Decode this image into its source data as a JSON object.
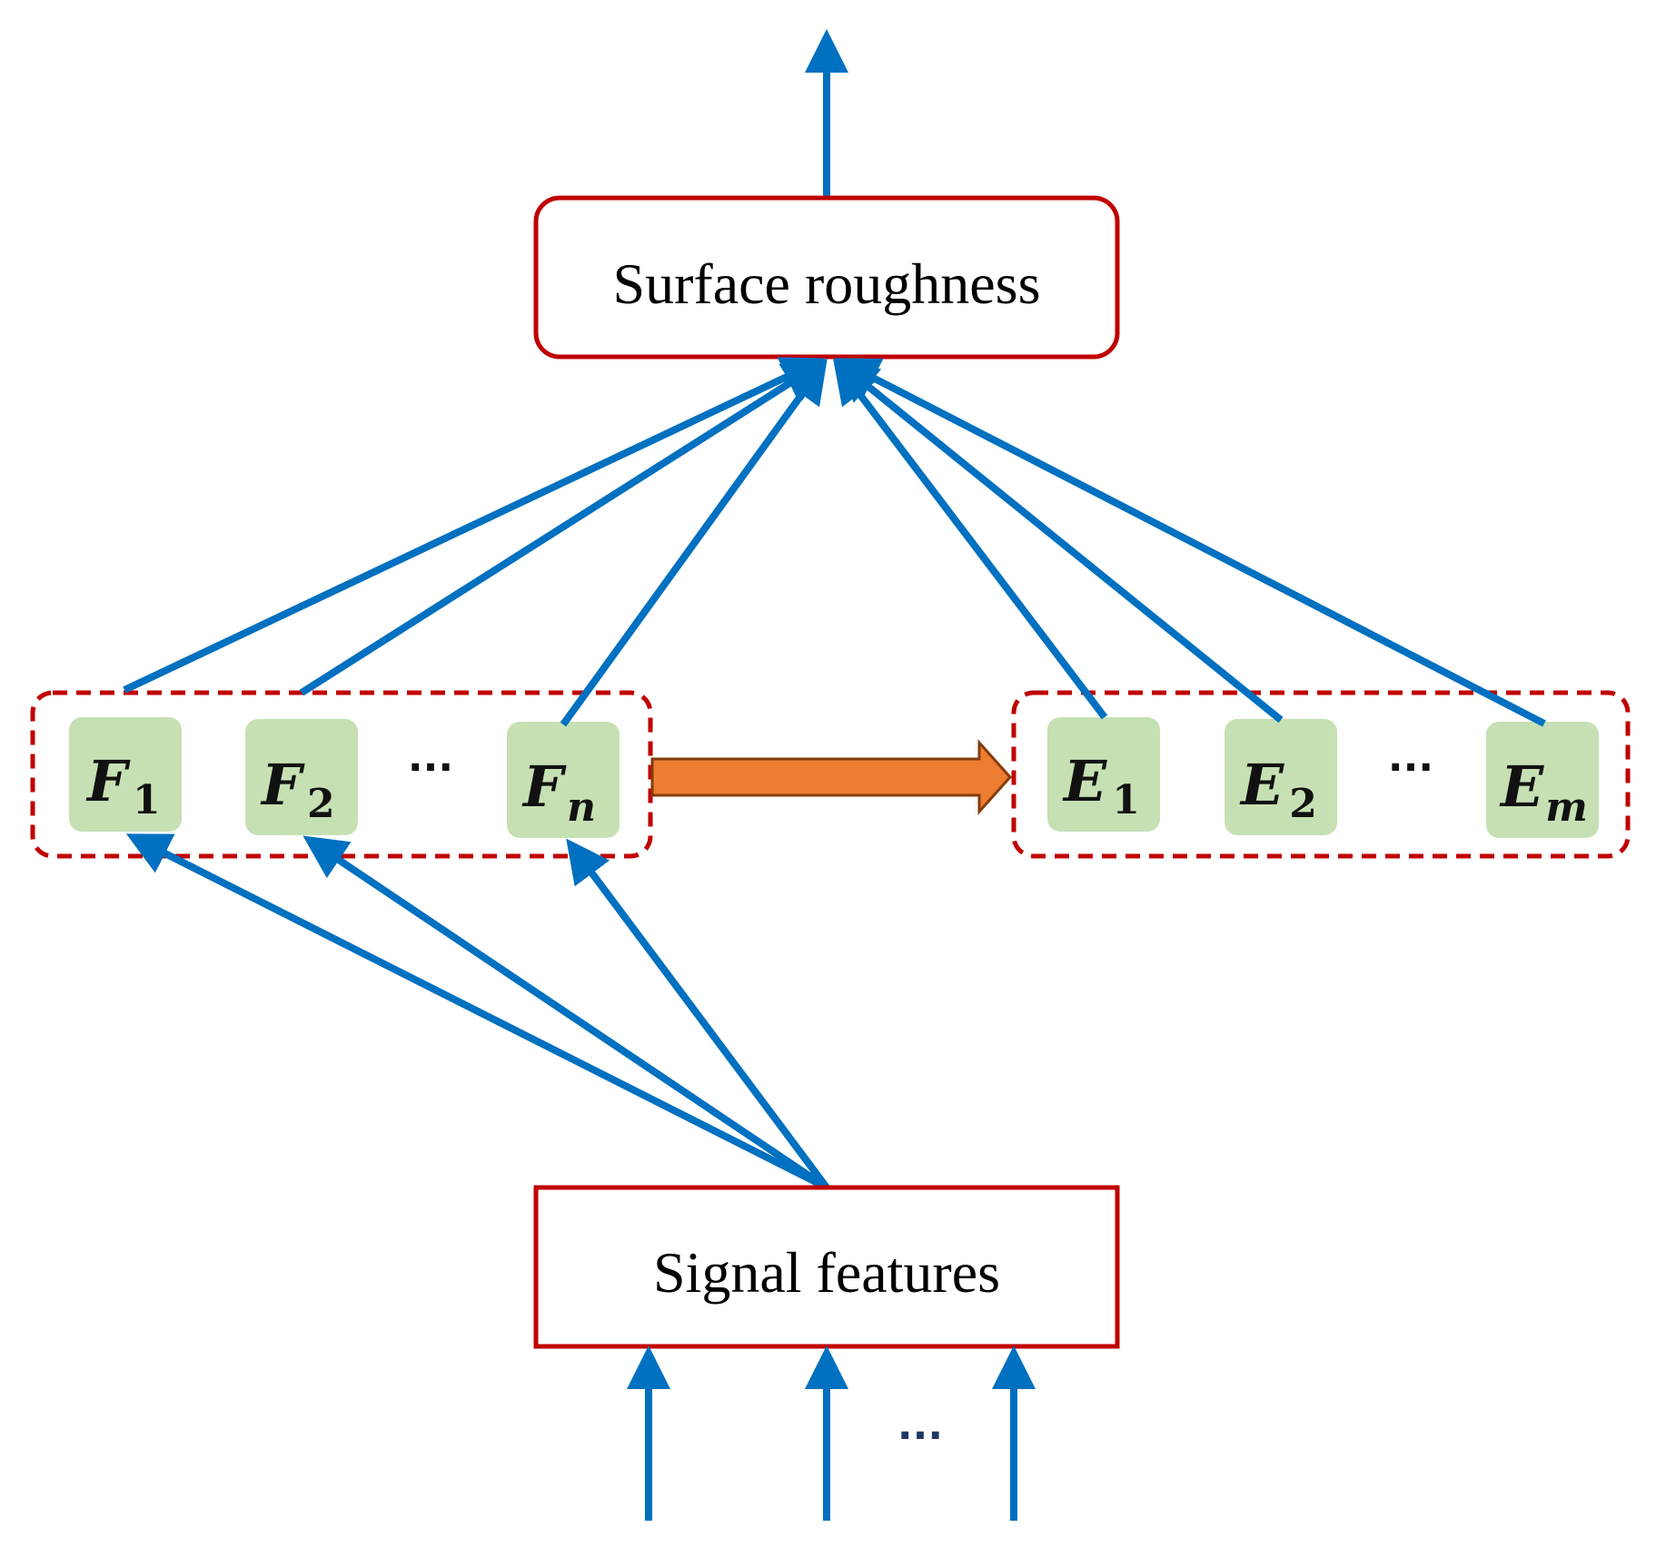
{
  "boxes": {
    "top": {
      "label": "Surface roughness"
    },
    "bottom": {
      "label": "Signal features"
    }
  },
  "left_group": {
    "nodes": [
      {
        "main": "F",
        "sub": "1"
      },
      {
        "main": "F",
        "sub": "2"
      },
      {
        "main": "F",
        "sub": "n"
      }
    ],
    "ellipsis": "···"
  },
  "right_group": {
    "nodes": [
      {
        "main": "E",
        "sub": "1"
      },
      {
        "main": "E",
        "sub": "2"
      },
      {
        "main": "E",
        "sub": "m"
      }
    ],
    "ellipsis": "···"
  },
  "inputs_ellipsis": "···",
  "colors": {
    "arrow_blue": "#0070c0",
    "box_border_red": "#c00000",
    "node_fill_green": "#c6e0b4",
    "transfer_arrow_orange": "#ed7d31",
    "transfer_arrow_border": "#843c0c"
  }
}
